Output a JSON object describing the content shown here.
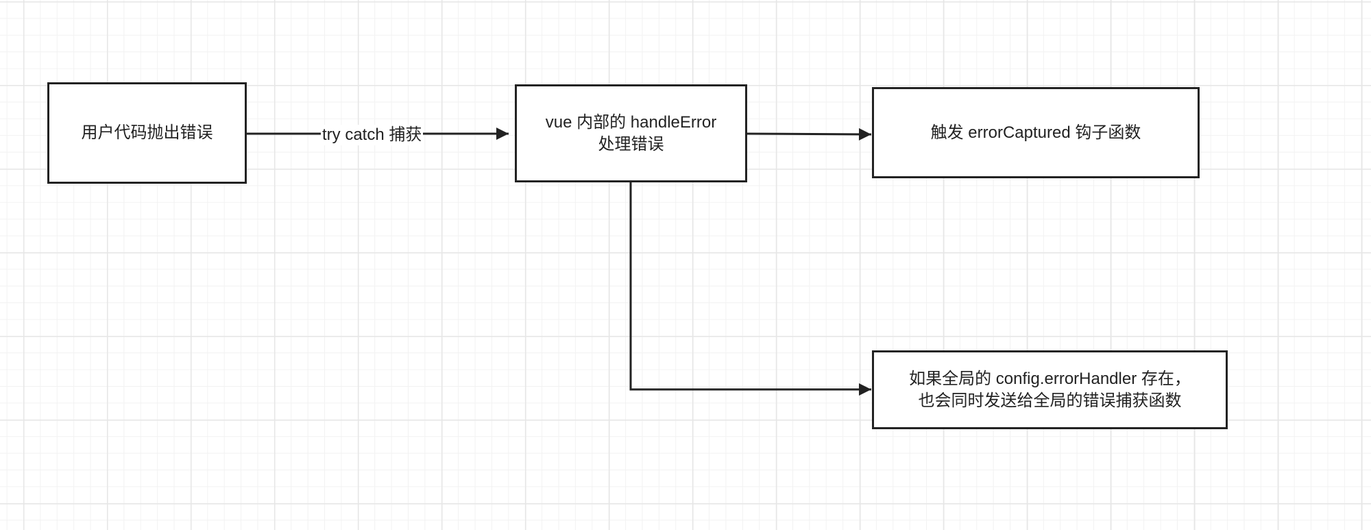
{
  "nodes": {
    "user_code": {
      "label": "用户代码抛出错误"
    },
    "handle_error": {
      "label": "vue 内部的 handleError\n处理错误"
    },
    "error_captured": {
      "label": "触发 errorCaptured 钩子函数"
    },
    "global_handler": {
      "label": "如果全局的 config.errorHandler 存在，\n也会同时发送给全局的错误捕获函数"
    }
  },
  "edges": {
    "try_catch": {
      "label": "try catch 捕获"
    }
  },
  "colors": {
    "stroke": "#222222",
    "grid_major": "#e6e6e6",
    "grid_minor": "#f2f2f2",
    "background": "#ffffff"
  }
}
